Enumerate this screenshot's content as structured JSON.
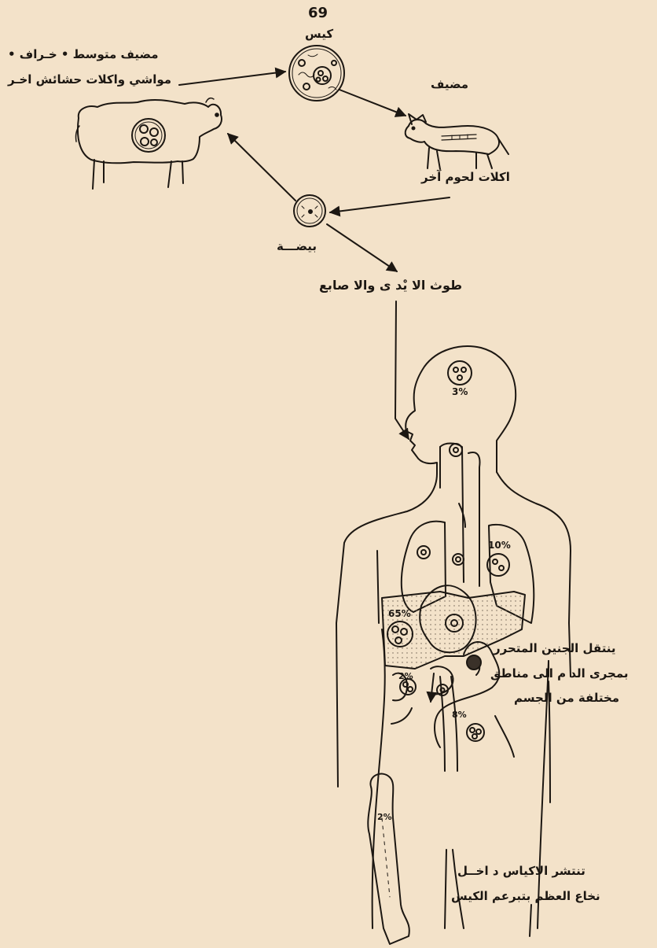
{
  "page_number": "69",
  "labels": {
    "cyst": "كيس",
    "intermediate_host_line1": "مضيف متوسط • خـراف •",
    "intermediate_host_line2": "مواشي واكلات حشائش اخـر",
    "definitive_host": "مضيف",
    "other_carnivores": "اكلات لحوم آخر",
    "egg": "بيضـــة",
    "hands_contamination": "طوث الا يْد ى والا صابع",
    "embryo_line1": "ينتقل الجنين المتحرر",
    "embryo_line2": "بمجرى الد م الى مناطق",
    "embryo_line3": "مختلفة من الجسم",
    "bone_line1": "تنتشر الاكياس د اخــل",
    "bone_line2": "نخاع العظم بتبرعم الكيس"
  },
  "percentages": {
    "brain": "3%",
    "lung": "10%",
    "liver": "65%",
    "kidney": "2%",
    "peritoneum": "8%",
    "bone": "2%"
  }
}
